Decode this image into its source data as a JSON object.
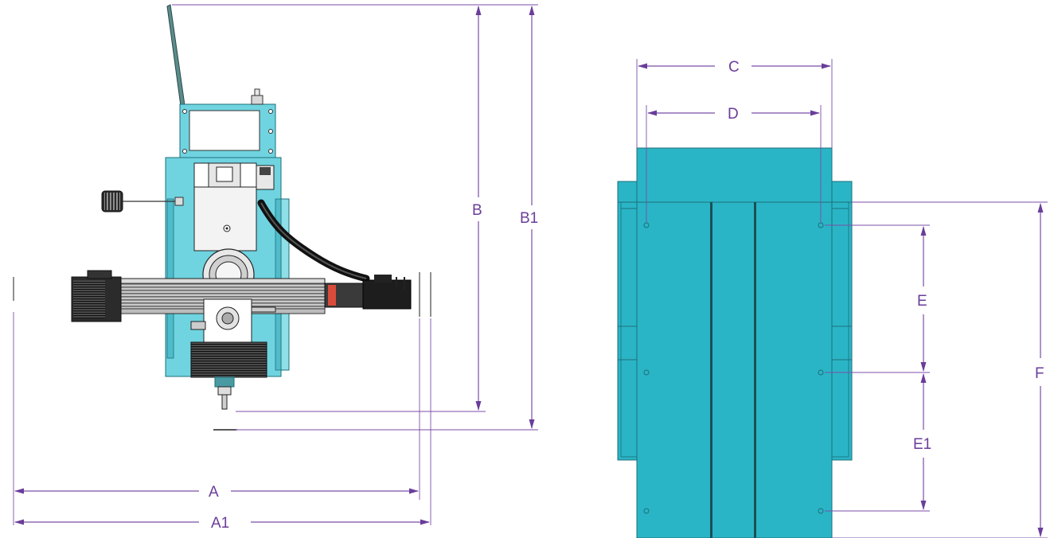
{
  "labels": {
    "a": "A",
    "a1": "A1",
    "b": "B",
    "b1": "B1",
    "c": "C",
    "d": "D",
    "e": "E",
    "e1": "E1",
    "f": "F"
  },
  "colors": {
    "dimension": "#6a3d9a",
    "machine_body": "#6fd4e0",
    "table": "#2ab5c6",
    "outline": "#1d6f7a"
  }
}
